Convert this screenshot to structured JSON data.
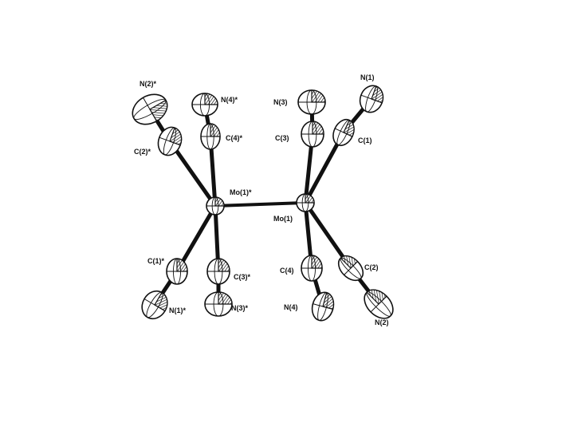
{
  "figure": {
    "atoms": [
      {
        "id": "Mo1s",
        "label": "Mo(1)*"
      },
      {
        "id": "Mo1",
        "label": "Mo(1)"
      },
      {
        "id": "C1",
        "label": "C(1)"
      },
      {
        "id": "N1",
        "label": "N(1)"
      },
      {
        "id": "C2",
        "label": "C(2)"
      },
      {
        "id": "N2",
        "label": "N(2)"
      },
      {
        "id": "C3",
        "label": "C(3)"
      },
      {
        "id": "N3",
        "label": "N(3)"
      },
      {
        "id": "C4",
        "label": "C(4)"
      },
      {
        "id": "N4",
        "label": "N(4)"
      },
      {
        "id": "C1s",
        "label": "C(1)*"
      },
      {
        "id": "N1s",
        "label": "N(1)*"
      },
      {
        "id": "C2s",
        "label": "C(2)*"
      },
      {
        "id": "N2s",
        "label": "N(2)*"
      },
      {
        "id": "C3s",
        "label": "C(3)*"
      },
      {
        "id": "N3s",
        "label": "N(3)*"
      },
      {
        "id": "C4s",
        "label": "C(4)*"
      },
      {
        "id": "N4s",
        "label": "N(4)*"
      }
    ],
    "bonds": [
      [
        "Mo1s",
        "Mo1"
      ],
      [
        "Mo1",
        "C1"
      ],
      [
        "C1",
        "N1"
      ],
      [
        "Mo1",
        "C2"
      ],
      [
        "C2",
        "N2"
      ],
      [
        "Mo1",
        "C3"
      ],
      [
        "C3",
        "N3"
      ],
      [
        "Mo1",
        "C4"
      ],
      [
        "C4",
        "N4"
      ],
      [
        "Mo1s",
        "C1s"
      ],
      [
        "C1s",
        "N1s"
      ],
      [
        "Mo1s",
        "C2s"
      ],
      [
        "C2s",
        "N2s"
      ],
      [
        "Mo1s",
        "C3s"
      ],
      [
        "C3s",
        "N3s"
      ],
      [
        "Mo1s",
        "C4s"
      ],
      [
        "C4s",
        "N4s"
      ]
    ]
  }
}
